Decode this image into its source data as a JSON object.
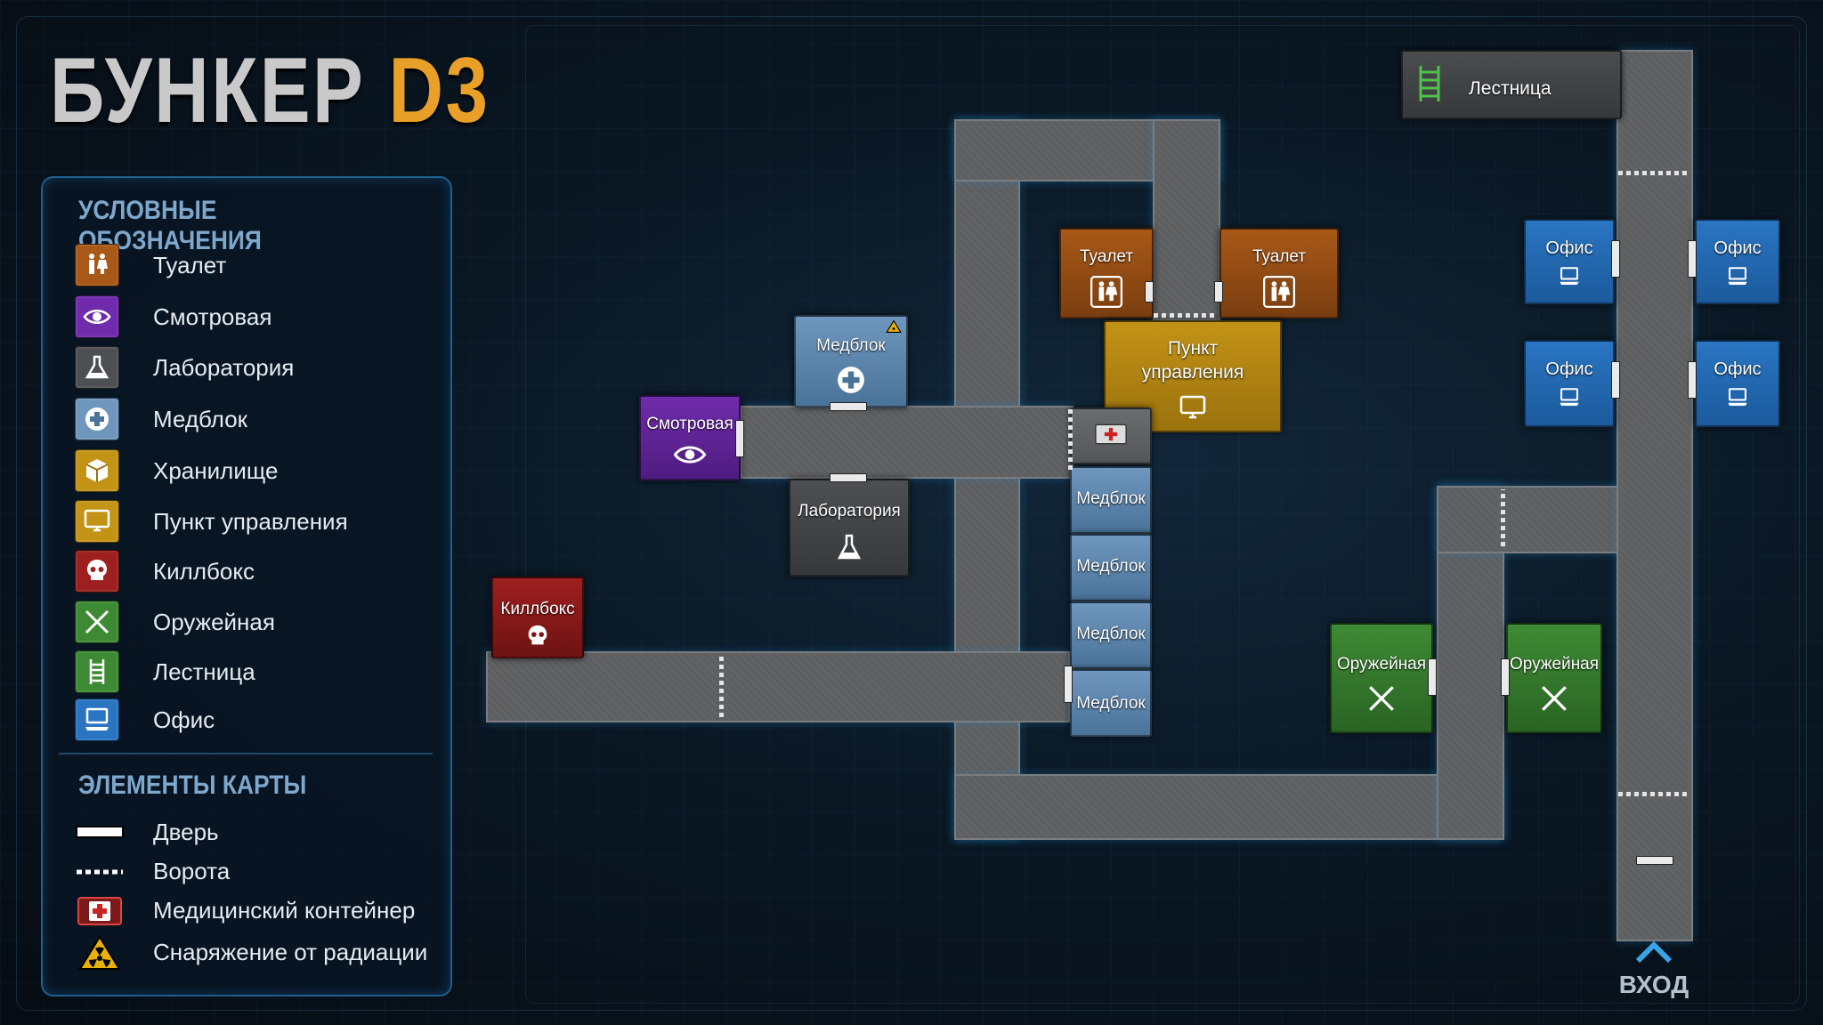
{
  "title": {
    "main": "БУНКЕР",
    "accent": "D3"
  },
  "legend": {
    "heading": "УСЛОВНЫЕ ОБОЗНАЧЕНИЯ",
    "items": [
      {
        "label": "Туалет",
        "icon": "toilet-icon",
        "color": "#a85817"
      },
      {
        "label": "Смотровая",
        "icon": "eye-icon",
        "color": "#6f2bab"
      },
      {
        "label": "Лаборатория",
        "icon": "flask-icon",
        "color": "#4d4f52"
      },
      {
        "label": "Медблок",
        "icon": "medical-cross-icon",
        "color": "#6f97be"
      },
      {
        "label": "Хранилище",
        "icon": "box-icon",
        "color": "#c39316"
      },
      {
        "label": "Пункт управления",
        "icon": "monitor-icon",
        "color": "#c39316"
      },
      {
        "label": "Киллбокс",
        "icon": "skull-icon",
        "color": "#9e1f1f"
      },
      {
        "label": "Оружейная",
        "icon": "crossed-swords-icon",
        "color": "#3e8a34"
      },
      {
        "label": "Лестница",
        "icon": "ladder-icon",
        "color": "#3e8a34"
      },
      {
        "label": "Офис",
        "icon": "computer-icon",
        "color": "#2a75c2"
      }
    ],
    "elements_heading": "ЭЛЕМЕНТЫ КАРТЫ",
    "elements": [
      {
        "label": "Дверь",
        "icon": "door-icon"
      },
      {
        "label": "Ворота",
        "icon": "gate-icon"
      },
      {
        "label": "Медицинский контейнер",
        "icon": "medkit-icon"
      },
      {
        "label": "Снаряжение от радиации",
        "icon": "radiation-icon"
      }
    ]
  },
  "map": {
    "rooms": {
      "toilet_1": "Туалет",
      "toilet_2": "Туалет",
      "medbay_top": "Медблок",
      "observation": "Смотровая",
      "laboratory": "Лаборатория",
      "control_line1": "Пункт",
      "control_line2": "управления",
      "killbox": "Киллбокс",
      "medbay_1": "Медблок",
      "medbay_2": "Медблок",
      "medbay_3": "Медблок",
      "medbay_4": "Медблок",
      "armory_1": "Оружейная",
      "armory_2": "Оружейная",
      "office_1": "Офис",
      "office_2": "Офис",
      "office_3": "Офис",
      "office_4": "Офис",
      "stairs": "Лестница"
    },
    "entrance": "ВХОД"
  }
}
